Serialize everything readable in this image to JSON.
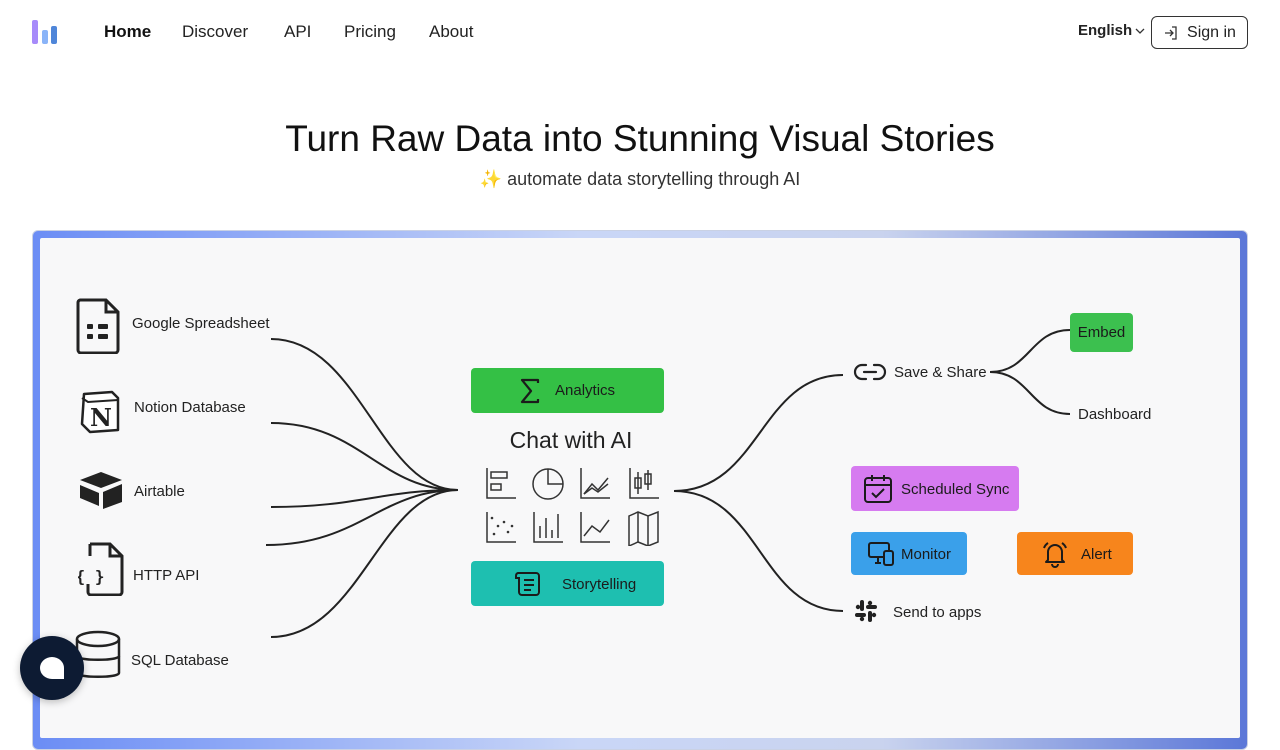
{
  "nav": {
    "links": [
      {
        "label": "Home",
        "active": true
      },
      {
        "label": "Discover",
        "active": false
      },
      {
        "label": "API",
        "active": false
      },
      {
        "label": "Pricing",
        "active": false
      },
      {
        "label": "About",
        "active": false
      }
    ],
    "language": "English",
    "signin_label": "Sign in"
  },
  "hero": {
    "title": "Turn Raw Data into Stunning Visual Stories",
    "subtitle": "✨ automate data storytelling through AI"
  },
  "diagram": {
    "sources": [
      {
        "label": "Google Spreadsheet",
        "icon": "spreadsheet-icon"
      },
      {
        "label": "Notion Database",
        "icon": "notion-icon"
      },
      {
        "label": "Airtable",
        "icon": "airtable-icon"
      },
      {
        "label": "HTTP API",
        "icon": "http-api-icon"
      },
      {
        "label": "SQL Database",
        "icon": "database-icon"
      }
    ],
    "center": {
      "analytics": "Analytics",
      "chat": "Chat with AI",
      "storytelling": "Storytelling"
    },
    "outputs": {
      "save_share": "Save & Share",
      "embed": "Embed",
      "dashboard": "Dashboard",
      "scheduled_sync": "Scheduled Sync",
      "monitor": "Monitor",
      "alert": "Alert",
      "send_to_apps": "Send to apps"
    },
    "colors": {
      "analytics": "#34c045",
      "storytelling": "#1ebfb0",
      "embed": "#3cc04f",
      "scheduled_sync": "#d67bf0",
      "monitor": "#3aa0ea",
      "alert": "#f7851c",
      "logo": [
        "#a78bfa",
        "#8ab4f8",
        "#4f86d9"
      ]
    }
  }
}
